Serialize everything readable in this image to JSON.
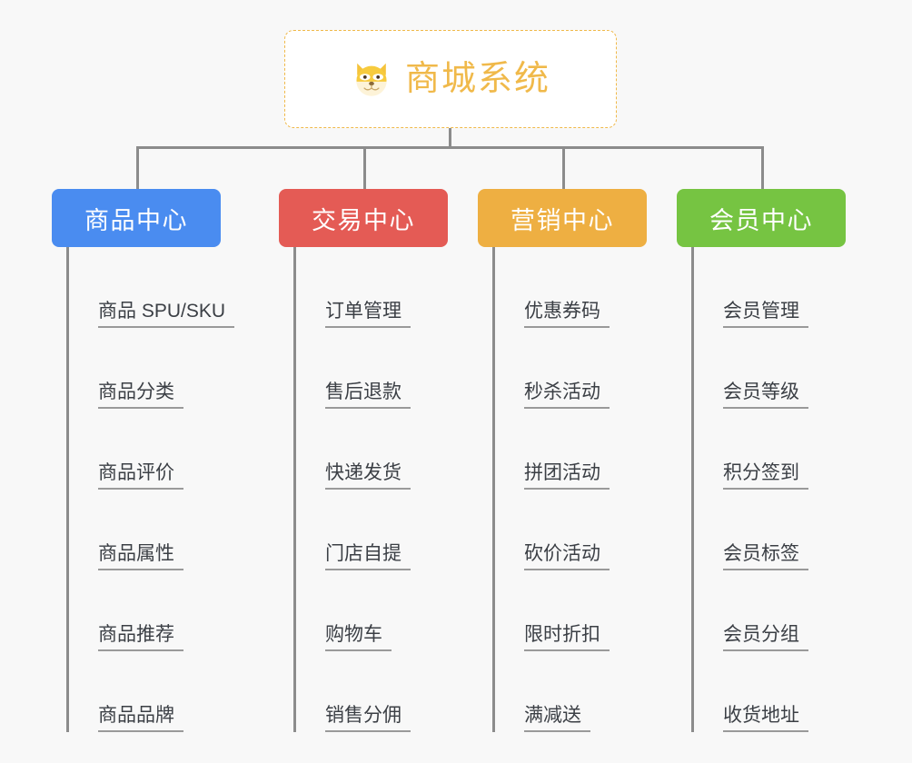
{
  "canvas": {
    "background": "#f8f8f8",
    "line_color": "#8c8c8c",
    "leaf_text_color": "#3b3f45",
    "leaf_rule_color": "#9a9a9a"
  },
  "root": {
    "title": "商城系统",
    "icon": "shiba-dog-face-icon",
    "text_color": "#f0b94a",
    "border_color": "#f0b94a",
    "background": "#ffffff"
  },
  "columns": [
    {
      "id": "product-center",
      "title": "商品中心",
      "color": "#4a8cf0",
      "items": [
        "商品 SPU/SKU",
        "商品分类",
        "商品评价",
        "商品属性",
        "商品推荐",
        "商品品牌"
      ]
    },
    {
      "id": "trade-center",
      "title": "交易中心",
      "color": "#e45b55",
      "items": [
        "订单管理",
        "售后退款",
        "快递发货",
        "门店自提",
        "购物车",
        "销售分佣"
      ]
    },
    {
      "id": "marketing-center",
      "title": "营销中心",
      "color": "#eeaf42",
      "items": [
        "优惠券码",
        "秒杀活动",
        "拼团活动",
        "砍价活动",
        "限时折扣",
        "满减送"
      ]
    },
    {
      "id": "member-center",
      "title": "会员中心",
      "color": "#76c442",
      "items": [
        "会员管理",
        "会员等级",
        "积分签到",
        "会员标签",
        "会员分组",
        "收货地址"
      ]
    }
  ]
}
